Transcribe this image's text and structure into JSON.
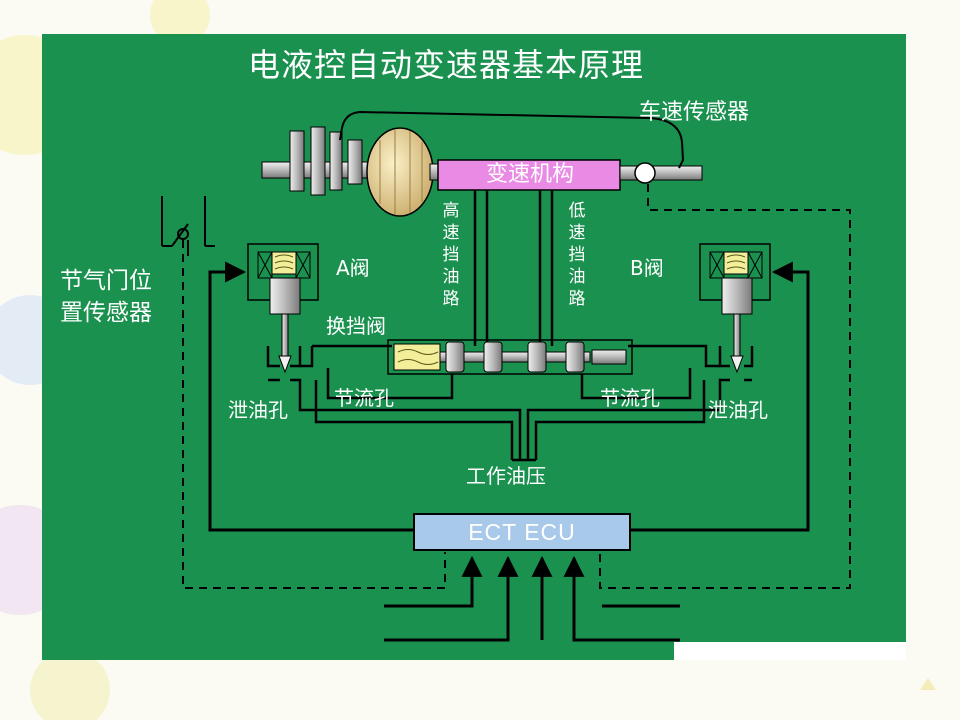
{
  "title": "电液控自动变速器基本原理",
  "labels": {
    "vehicle_speed_sensor": "车速传感器",
    "transmission_mechanism": "变速机构",
    "high_speed_oil_line": "高速挡油路",
    "low_speed_oil_line": "低速挡油路",
    "valve_a": "A阀",
    "valve_b": "B阀",
    "throttle_sensor_line1": "节气门位",
    "throttle_sensor_line2": "置传感器",
    "shift_valve": "换挡阀",
    "drain_hole_left": "泄油孔",
    "drain_hole_right": "泄油孔",
    "throttle_orifice_left": "节流孔",
    "throttle_orifice_right": "节流孔",
    "working_pressure": "工作油压",
    "ecu": "ECT  ECU"
  },
  "colors": {
    "background": "#1b9150",
    "transmission_box": "#e98ae4",
    "ecu_box": "#a9c9ea",
    "converter": "#f2e0a6",
    "shaft": "#c8c8c8",
    "line": "#000000"
  }
}
